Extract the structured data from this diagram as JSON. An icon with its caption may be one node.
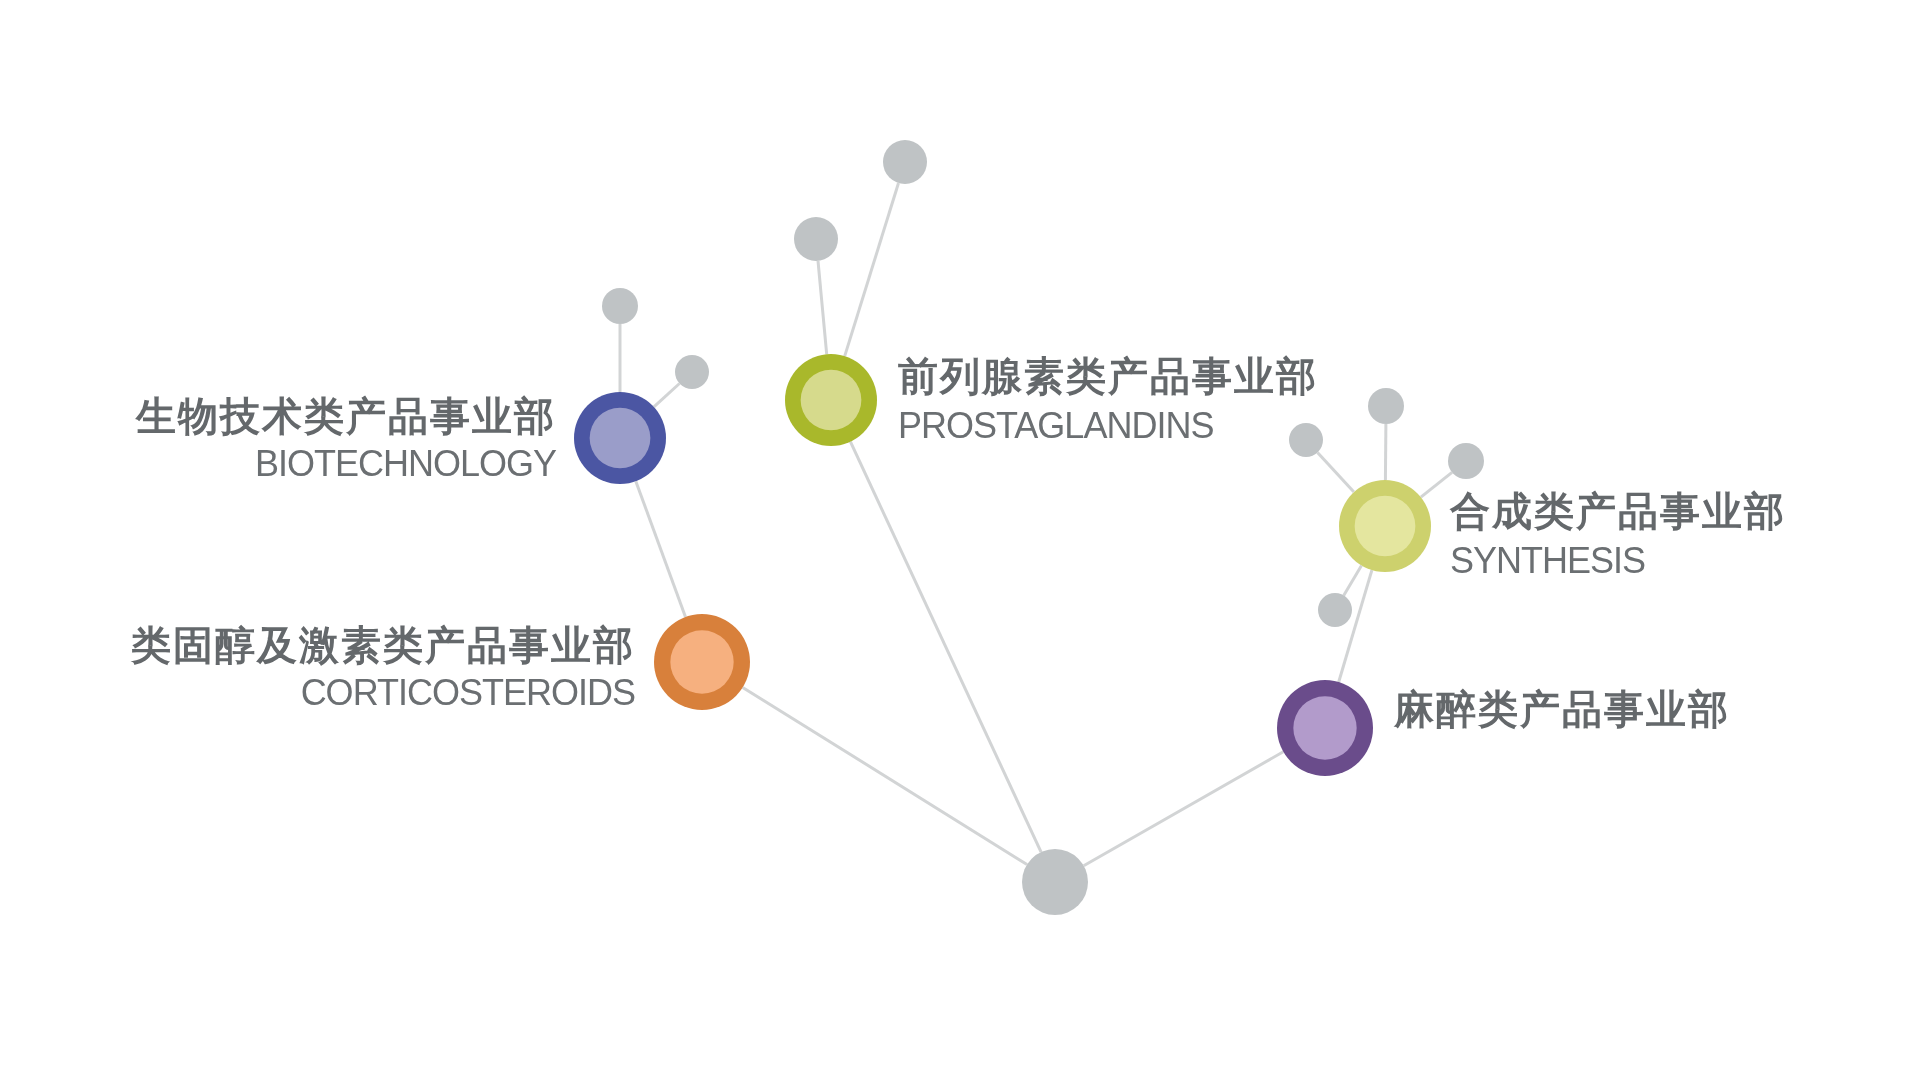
{
  "diagram": {
    "nodes": [
      {
        "text": [
          "生物技术类产品事业部",
          "BIOTECHNOLOGY"
        ]
      },
      {
        "text": [
          "前列腺素类产品事业部",
          "PROSTAGLANDINS"
        ]
      },
      {
        "text": [
          "合成类产品事业部",
          "SYNTHESIS"
        ]
      },
      {
        "text": [
          "类固醇及激素类产品事业部",
          "CORTICOSTEROIDS"
        ]
      },
      {
        "text": [
          "麻醉类产品事业部"
        ]
      },
      {
        "text": [],
        "shape": "circle"
      },
      {
        "text": [],
        "shape": "circle"
      },
      {
        "text": [],
        "shape": "circle"
      },
      {
        "text": [],
        "shape": "circle"
      },
      {
        "text": [],
        "shape": "circle"
      },
      {
        "text": [],
        "shape": "circle"
      },
      {
        "text": [],
        "shape": "circle"
      },
      {
        "text": [],
        "shape": "circle"
      },
      {
        "text": [],
        "shape": "circle"
      }
    ],
    "edges": [
      {
        "from": 5,
        "to": 3,
        "arrow": "none"
      },
      {
        "from": 5,
        "to": 1,
        "arrow": "none"
      },
      {
        "from": 5,
        "to": 4,
        "arrow": "none"
      },
      {
        "from": 3,
        "to": 0,
        "arrow": "none"
      },
      {
        "from": 0,
        "to": 8,
        "arrow": "none"
      },
      {
        "from": 0,
        "to": 9,
        "arrow": "none"
      },
      {
        "from": 1,
        "to": 7,
        "arrow": "none"
      },
      {
        "from": 1,
        "to": 6,
        "arrow": "none"
      },
      {
        "from": 4,
        "to": 2,
        "arrow": "none"
      },
      {
        "from": 2,
        "to": 10,
        "arrow": "none"
      },
      {
        "from": 2,
        "to": 11,
        "arrow": "none"
      },
      {
        "from": 2,
        "to": 12,
        "arrow": "none"
      },
      {
        "from": 2,
        "to": 13,
        "arrow": "none"
      }
    ]
  }
}
